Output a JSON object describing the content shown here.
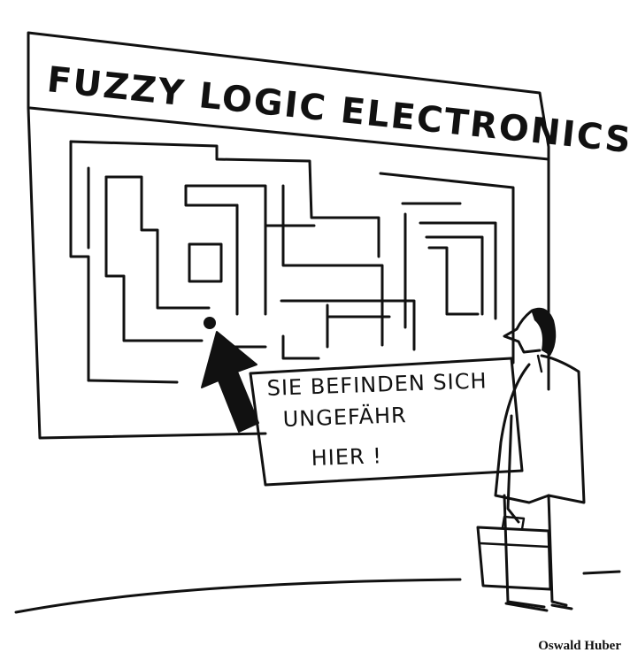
{
  "sign": {
    "title": "FUZZY LOGIC ELECTRONICS"
  },
  "note": {
    "line1": "SIE BEFINDEN SICH",
    "line2": "UNGEFÄHR",
    "line3": "HIER !"
  },
  "artist": {
    "name": "Oswald Huber"
  },
  "colors": {
    "ink": "#111111",
    "paper": "#ffffff"
  }
}
